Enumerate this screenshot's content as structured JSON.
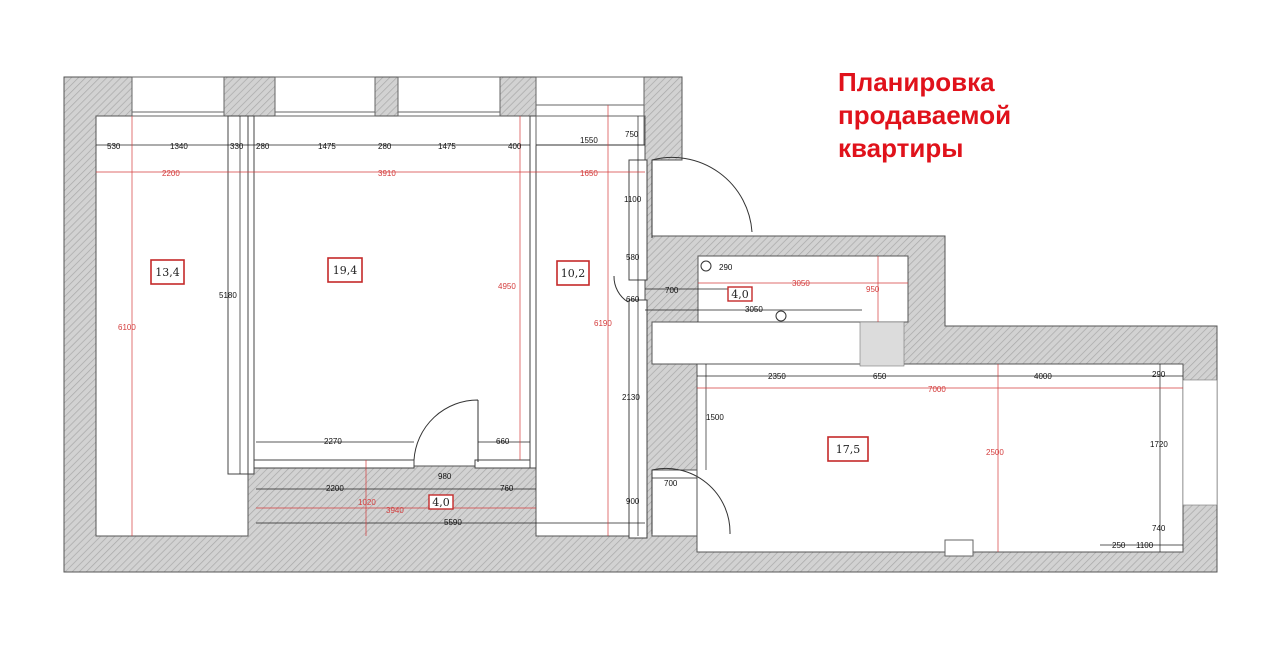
{
  "title": [
    "Планировка",
    "продаваемой",
    "квартиры"
  ],
  "colors": {
    "title": "#e0121b",
    "wall": "#cfcfcf",
    "area_box": "#c42a2a",
    "red_dims": "#d43c3c"
  },
  "rooms": {
    "room_1": "13,4",
    "room_2": "19,4",
    "room_3": "10,2",
    "room_4": "4,0",
    "room_5": "17,5",
    "room_6": "4,0"
  },
  "dims": {
    "d530": "530",
    "d1340": "1340",
    "d330": "330",
    "d280a": "280",
    "d1475a": "1475",
    "d280b": "280",
    "d1475b": "1475",
    "d400": "400",
    "d1550": "1550",
    "d750": "750",
    "d2200a": "2200",
    "d3910": "3910",
    "d1650": "1650",
    "d1100a": "1100",
    "d580": "580",
    "d290a": "290",
    "d700a": "700",
    "d3050a": "3050",
    "d950": "950",
    "d660a": "660",
    "d3050b": "3050",
    "d5180": "5180",
    "d4950": "4950",
    "d6100": "6100",
    "d6190": "6190",
    "d2350": "2350",
    "d650": "650",
    "d4000": "4000",
    "d290b": "290",
    "d7000": "7000",
    "d2130": "2130",
    "d1500": "1500",
    "d1720": "1720",
    "d2500": "2500",
    "d2270": "2270",
    "d660b": "660",
    "d2200b": "2200",
    "d980": "980",
    "d760": "760",
    "d1020": "1020",
    "d3940": "3940",
    "d5590": "5590",
    "d700b": "700",
    "d900": "900",
    "d740": "740",
    "d250": "250",
    "d1100b": "1100"
  }
}
